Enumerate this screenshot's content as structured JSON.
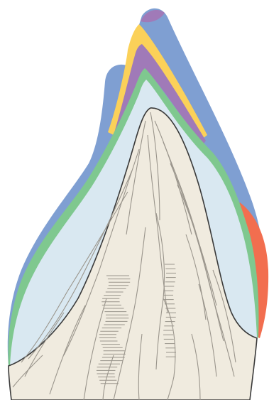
{
  "layers": [
    {
      "id": "outer-blue",
      "color": "#7f9fd2"
    },
    {
      "id": "orange-band",
      "color": "#f26e4f"
    },
    {
      "id": "yellow-band",
      "color": "#fbd159"
    },
    {
      "id": "purple-band",
      "color": "#a07ab8"
    },
    {
      "id": "green-band",
      "color": "#7fc88f"
    },
    {
      "id": "light-blue-band",
      "color": "#d9e8f1"
    },
    {
      "id": "core-body",
      "color": "#f0ebdf"
    }
  ],
  "stroke_color": "#3a3a3a",
  "detail_line_color": "#9a958c"
}
